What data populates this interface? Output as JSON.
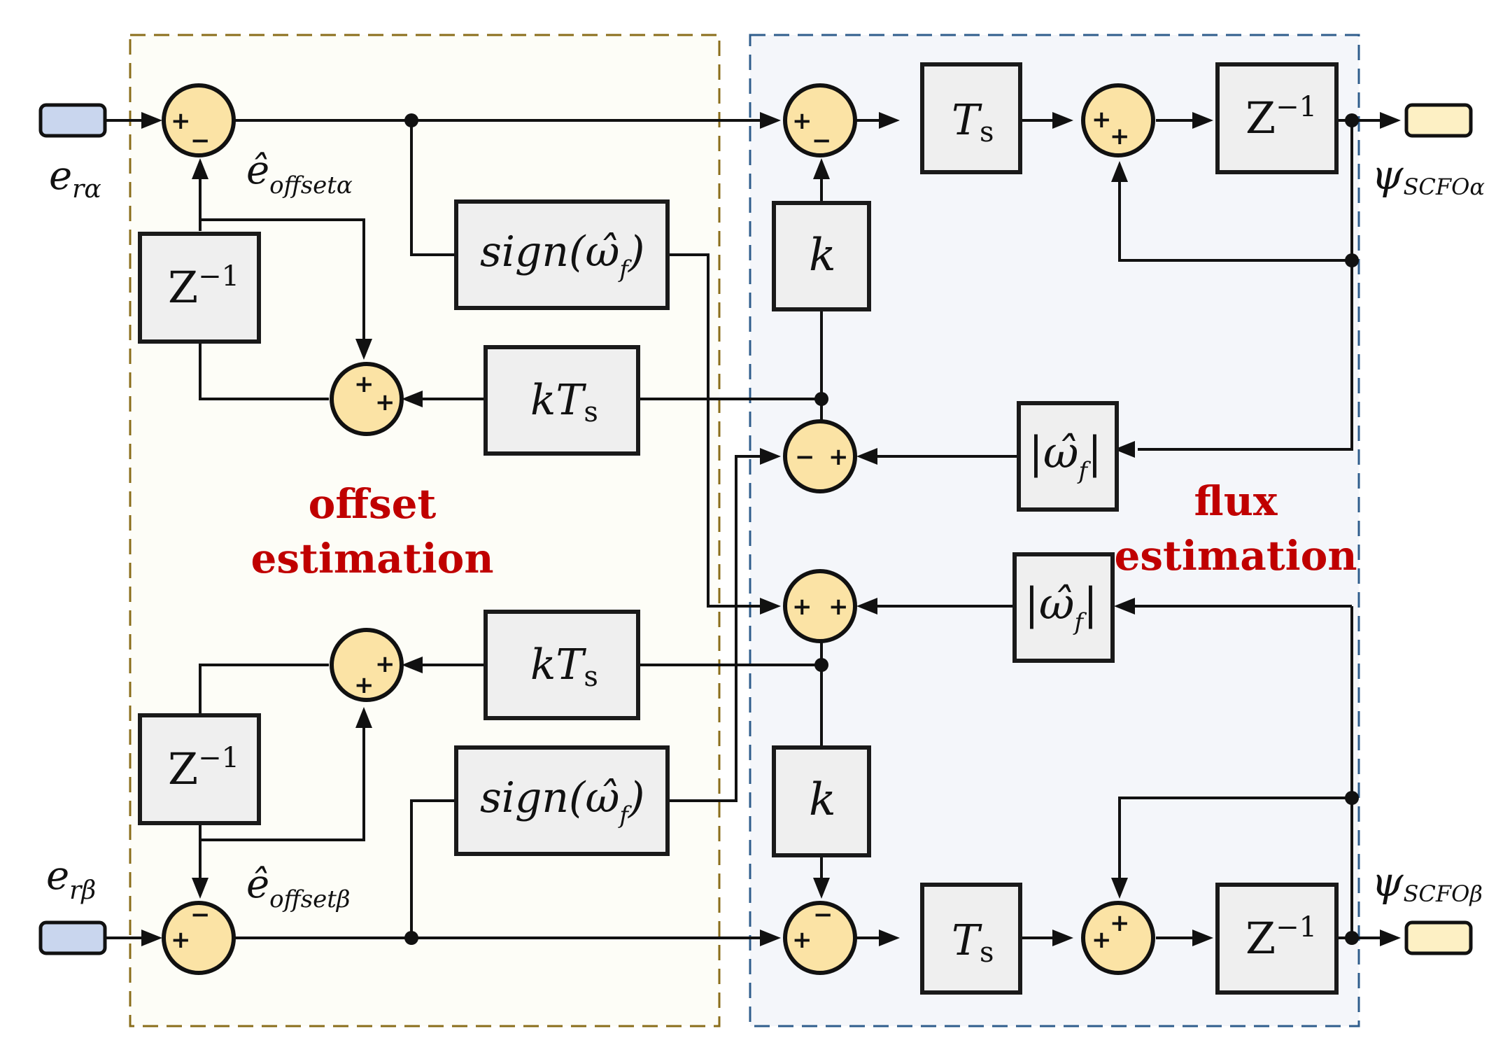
{
  "regions": {
    "offset": {
      "label_line1": "offset",
      "label_line2": "estimation"
    },
    "flux": {
      "label_line1": "flux",
      "label_line2": "estimation"
    }
  },
  "inputs": {
    "alpha": {
      "base": "e",
      "sub": "rα"
    },
    "beta": {
      "base": "e",
      "sub": "rβ"
    }
  },
  "outputs": {
    "alpha": {
      "base": "ψ",
      "sub": "SCFOα"
    },
    "beta": {
      "base": "ψ",
      "sub": "SCFOβ"
    }
  },
  "signals": {
    "offset_alpha": {
      "base": "ê",
      "sub": "offsetα"
    },
    "offset_beta": {
      "base": "ê",
      "sub": "offsetβ"
    }
  },
  "blocks": {
    "delay": {
      "base": "Z",
      "sup": "−1"
    },
    "sample_time": {
      "base": "T",
      "sub": "s"
    },
    "gain_k": {
      "base": "k"
    },
    "gain_kts": {
      "base": "kT",
      "sub": "s"
    },
    "sign_fn": {
      "pre": "sign(",
      "omega": "ω̂",
      "sub": "f",
      "post": ")"
    },
    "abs_fn": {
      "bar": "|",
      "omega": "ω̂",
      "sub": "f"
    }
  },
  "signs": {
    "plus": "+",
    "minus": "−"
  },
  "colors": {
    "offset_border": "#8a6d1a",
    "flux_border": "#2f5d8c",
    "sum_fill": "#fbe3a5",
    "block_fill": "#efefef",
    "label_red": "#c00000",
    "input_port": "#c9d6ee",
    "output_port": "#fdf0c4"
  }
}
